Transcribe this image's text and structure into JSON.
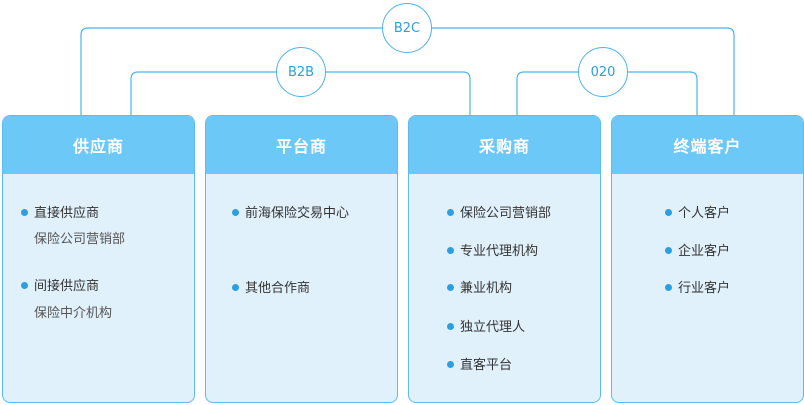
{
  "connectors": {
    "b2c": "B2C",
    "b2b": "B2B",
    "o2o": "020"
  },
  "cards": [
    {
      "title": "供应商",
      "items": [
        {
          "label": "直接供应商",
          "sub": "保险公司营销部"
        },
        {
          "label": "间接供应商",
          "sub": "保险中介机构"
        }
      ]
    },
    {
      "title": "平台商",
      "items": [
        {
          "label": "前海保险交易中心"
        },
        {
          "label": "其他合作商"
        }
      ]
    },
    {
      "title": "采购商",
      "items": [
        {
          "label": "保险公司营销部"
        },
        {
          "label": "专业代理机构"
        },
        {
          "label": "兼业机构"
        },
        {
          "label": "独立代理人"
        },
        {
          "label": "直客平台"
        }
      ]
    },
    {
      "title": "终端客户",
      "items": [
        {
          "label": "个人客户"
        },
        {
          "label": "企业客户"
        },
        {
          "label": "行业客户"
        }
      ]
    }
  ],
  "colors": {
    "accent": "#2b9fe0",
    "header": "#6cc8f7",
    "card_bg": "#e1f1fb",
    "line": "#4db3ea"
  }
}
